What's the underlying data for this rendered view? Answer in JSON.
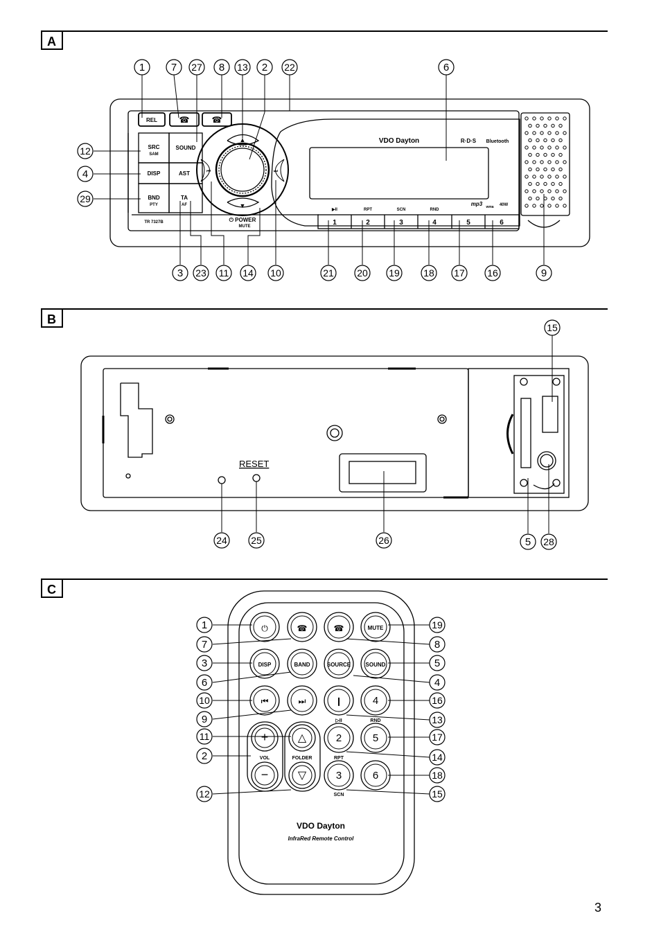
{
  "sections": {
    "a": "A",
    "b": "B",
    "c": "C"
  },
  "page_number": "3",
  "panel_a": {
    "buttons": {
      "rel": "REL",
      "src": "SRC",
      "sam": "SAM",
      "sound": "SOUND",
      "disp": "DISP",
      "ast": "AST",
      "bnd": "BND",
      "pty": "PTY",
      "ta": "TA",
      "af": "AF",
      "power": "⏻ POWER",
      "mute": "MUTE"
    },
    "model": "TR 7327B",
    "brand": "VDO Dayton",
    "rds": "R·D·S",
    "bluetooth": "Bluetooth",
    "mp3": "mp3",
    "wma": "wma",
    "watt": "40W",
    "presets": [
      "1",
      "2",
      "3",
      "4",
      "5",
      "6"
    ],
    "preset_labels": [
      "▶II",
      "RPT",
      "SCN",
      "RND"
    ],
    "callouts_top": [
      "1",
      "7",
      "27",
      "8",
      "13",
      "2",
      "22",
      "6"
    ],
    "callouts_left": [
      "12",
      "4",
      "29"
    ],
    "callouts_bottom": [
      "3",
      "23",
      "11",
      "14",
      "10",
      "21",
      "20",
      "19",
      "18",
      "17",
      "16",
      "9"
    ]
  },
  "panel_b": {
    "reset": "RESET",
    "callouts": [
      "15",
      "24",
      "25",
      "26",
      "5",
      "28"
    ]
  },
  "panel_c": {
    "buttons": {
      "mute": "MUTE",
      "disp": "DISP",
      "band": "BAND",
      "source": "SOURCE",
      "sound": "SOUND",
      "vol": "VOL",
      "folder": "FOLDER",
      "rnd": "RND",
      "rpt": "RPT",
      "scn": "SCN",
      "play": "▷II",
      "n2": "2",
      "n3": "3",
      "n4": "4",
      "n5": "5",
      "n6": "6",
      "plus": "+",
      "minus": "−"
    },
    "brand": "VDO Dayton",
    "remote_caption": "InfraRed Remote Control",
    "callouts_left": [
      "1",
      "7",
      "3",
      "6",
      "10",
      "9",
      "11",
      "2",
      "12"
    ],
    "callouts_right": [
      "19",
      "8",
      "5",
      "4",
      "16",
      "13",
      "17",
      "14",
      "18",
      "15"
    ]
  }
}
